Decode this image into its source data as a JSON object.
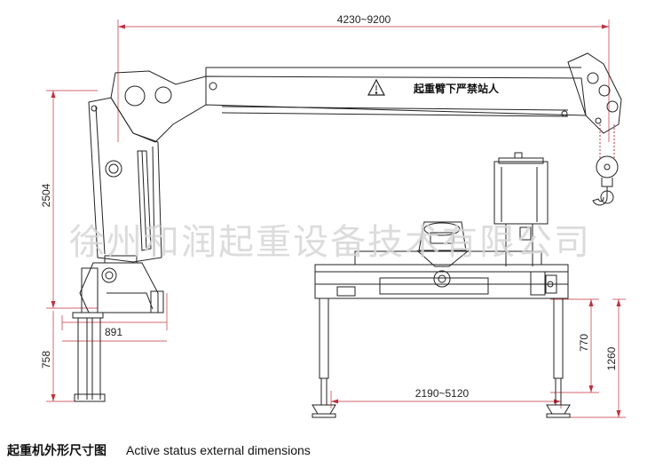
{
  "dimensions": {
    "reach": "4230~9200",
    "height": "2504",
    "base_offset": "891",
    "base_height": "758",
    "leg_span": "2190~5120",
    "leg_height": "770",
    "total_height": "1260"
  },
  "boom_warning": "起重臂下严禁站人",
  "watermark": "徐州和润起重设备技术有限公司",
  "caption": {
    "chinese": "起重机外形尺寸图",
    "english": "Active status external dimensions"
  },
  "colors": {
    "line": "#222222",
    "dim_line": "#c0303f",
    "watermark": "#d6d6d6"
  }
}
